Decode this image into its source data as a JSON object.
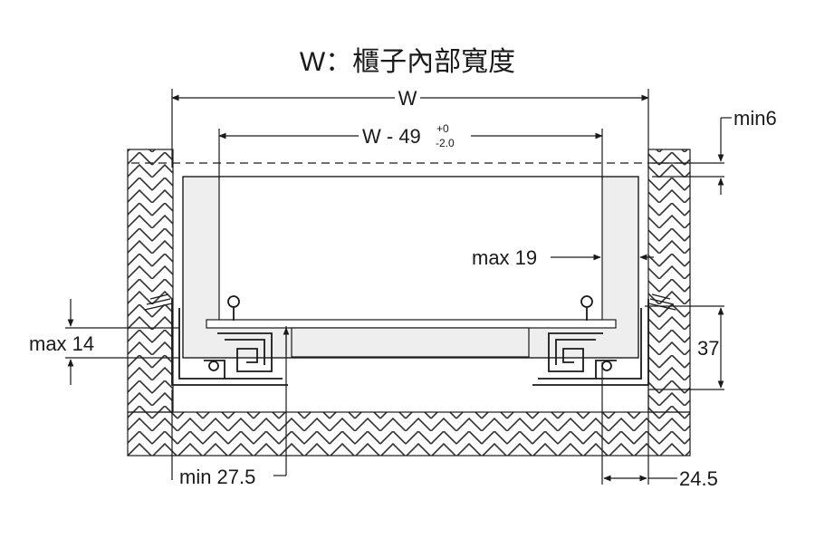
{
  "title": "W：櫃子內部寬度",
  "dimensions": {
    "overall_width": "W",
    "drawer_width_base": "W - 49",
    "drawer_width_tol_upper": "+0",
    "drawer_width_tol_lower": "-2.0",
    "top_clearance": "min6",
    "side_wall_thickness": "max 19",
    "bottom_offset": "max 14",
    "runner_height": "37",
    "front_setback": "min 27.5",
    "rear_gap": "24.5"
  },
  "colors": {
    "line": "#1a1a1a",
    "hatch": "#333333",
    "panel_fill": "#eeeeee",
    "background": "#ffffff"
  }
}
